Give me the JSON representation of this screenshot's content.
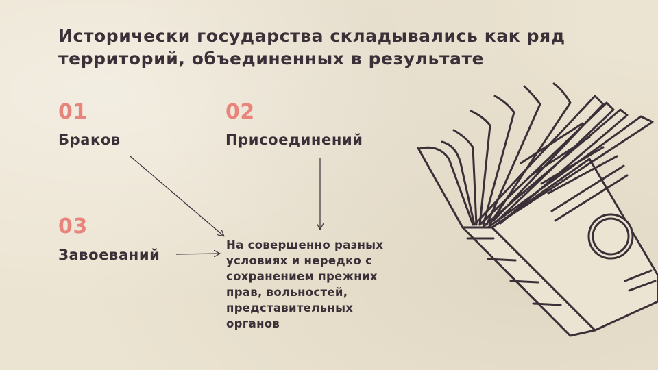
{
  "slide": {
    "title": "Исторически государства складывались как ряд территорий, объединенных в результате",
    "items": [
      {
        "number": "01",
        "label": "Браков"
      },
      {
        "number": "02",
        "label": "Присоединений"
      },
      {
        "number": "03",
        "label": "Завоеваний"
      }
    ],
    "description": "На совершенно разных условиях и нередко с сохранением прежних прав, вольностей, представительных органов"
  },
  "colors": {
    "accent": "#e8847c",
    "text": "#3b3038",
    "background": "#ece4d2"
  },
  "icons": [
    "open-book-illustration",
    "arrow-icon"
  ]
}
